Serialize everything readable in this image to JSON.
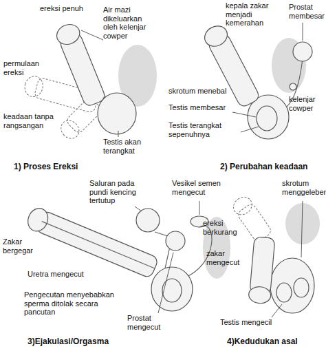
{
  "diagram": {
    "labels": [
      "ereksi penuh",
      "Air mazi dikeluarkan oleh kelenjar cowper",
      "permulaan ereksi",
      "keadaan tanpa rangsangan",
      "Testis akan terangkat",
      "1) Proses Ereksi",
      "kepala zakar menjadi kemerahan",
      "Prostat membesar",
      "skrotum menebal",
      "Testis membesar",
      "kelenjar cowper",
      "Testis terangkat sepenuhnya",
      "2) Perubahan keadaan",
      "Saluran pada pundi kencing tertutup",
      "Vesikel semen mengecut",
      "Zakar bergegar",
      "Uretra mengecut",
      "Pengecutan menyebabkan sperma ditolak secara pancutan",
      "Prostat mengecut",
      "3)Ejakulasi/Orgasma",
      "skrotum menggeleber",
      "ereksi berkurang",
      "zakar mengecut",
      "Testis mengecil",
      "4)Kedudukan asal"
    ]
  }
}
